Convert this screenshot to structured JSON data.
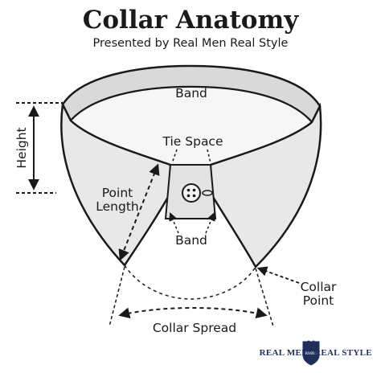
{
  "header": {
    "title": "Collar Anatomy",
    "subtitle": "Presented by Real Men Real Style"
  },
  "labels": {
    "band_top": "Band",
    "tie_space": "Tie Space",
    "height": "Height",
    "point_length_line1": "Point",
    "point_length_line2": "Length",
    "band_bottom": "Band",
    "collar_point_line1": "Collar",
    "collar_point_line2": "Point",
    "collar_spread": "Collar Spread"
  },
  "footer": {
    "brand_left": "REAL MEN",
    "brand_right": "REAL STYLE",
    "crest_text": "RMRS"
  },
  "colors": {
    "collar_fill": "#ececec",
    "collar_shade": "#d6d6d6",
    "outline": "#1a1a1a",
    "brand": "#1f2f5a"
  }
}
